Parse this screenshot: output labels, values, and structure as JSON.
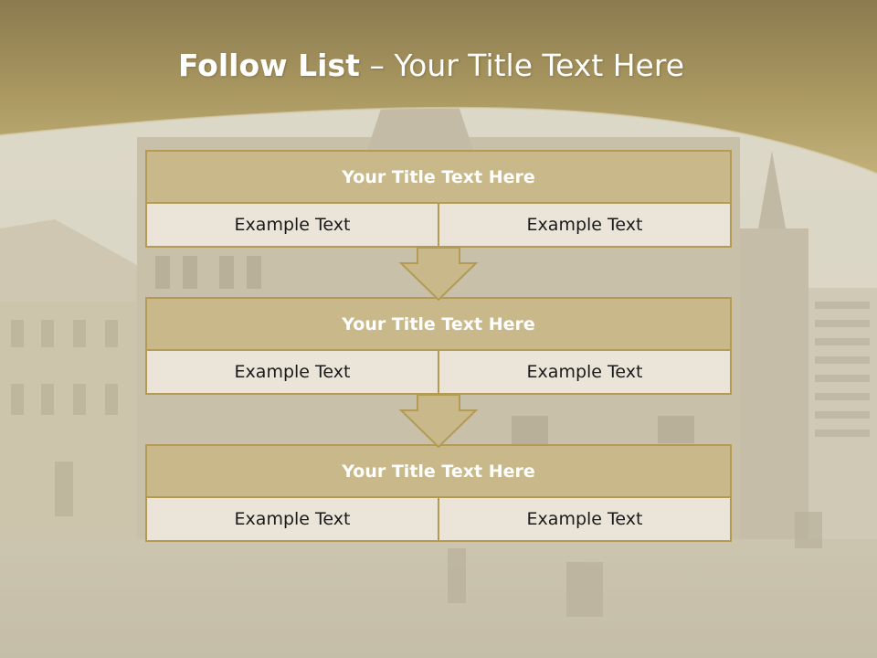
{
  "slide": {
    "title_bold": "Follow List",
    "title_rest": "– Your Title Text Here"
  },
  "blocks": [
    {
      "title": "Your Title Text Here",
      "left": "Example Text",
      "right": "Example Text"
    },
    {
      "title": "Your Title Text Here",
      "left": "Example Text",
      "right": "Example Text"
    },
    {
      "title": "Your Title Text Here",
      "left": "Example Text",
      "right": "Example Text"
    }
  ],
  "colors": {
    "header_gold": "#a8955e",
    "block_title_fill": "#c9b98a",
    "block_border": "#b39a55",
    "cell_fill": "#ebe5d9",
    "arrow_fill": "#c9b98a"
  }
}
